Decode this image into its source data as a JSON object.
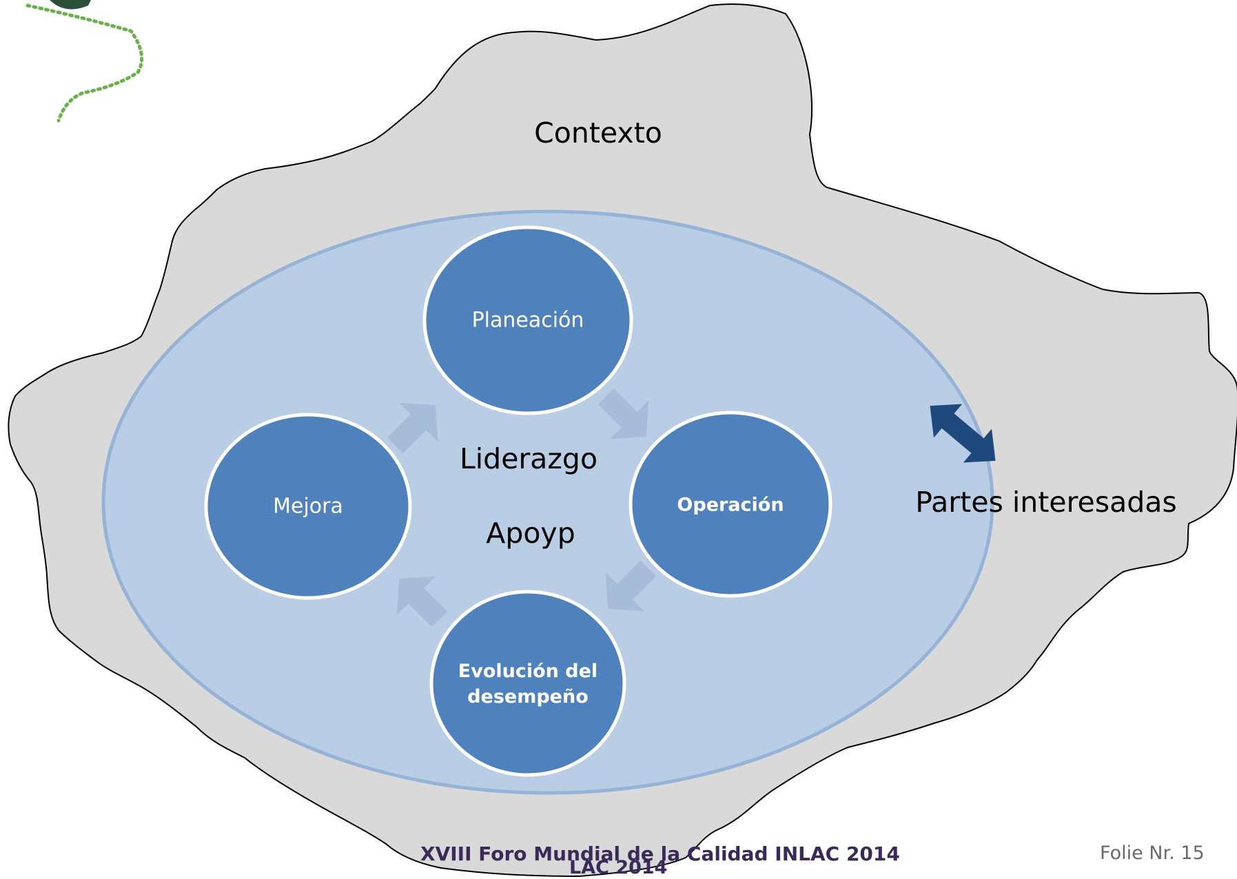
{
  "diagram": {
    "context_label": "Contexto",
    "stakeholders_label": "Partes interesadas",
    "center": {
      "leadership": "Liderazgo",
      "support": "Apoyp"
    },
    "cycle": {
      "top": "Planeación",
      "right": "Operación",
      "bottom": "Evolución del desempeño",
      "left": "Mejora"
    }
  },
  "footer": {
    "event": "XVIII Foro Mundial de la Calidad INLAC 2014",
    "event_shadow": "LAC 2014",
    "slide_number": "Folie Nr. 15"
  },
  "colors": {
    "context_fill": "#d9d9d9",
    "organization_fill": "#b9cde5",
    "organization_stroke": "#95b3d7",
    "circle_fill": "#4f81bd",
    "arrow_fill": "#a5b9d6",
    "double_arrow": "#1f497d"
  }
}
